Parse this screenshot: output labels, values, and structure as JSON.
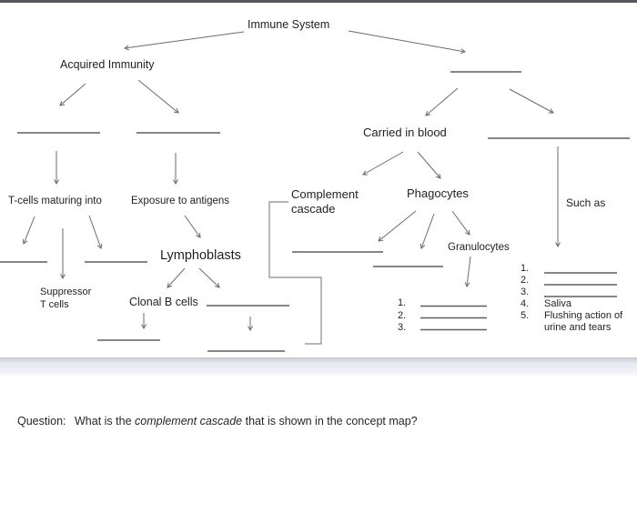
{
  "diagram": {
    "title_node": "Immune System",
    "nodes": {
      "immune_system": "Immune System",
      "acquired_immunity": "Acquired Immunity",
      "carried_in_blood": "Carried in blood",
      "t_cells_maturing": "T-cells maturing into",
      "exposure_to_antigens": "Exposure to antigens",
      "complement_cascade": "Complement cascade",
      "phagocytes": "Phagocytes",
      "such_as": "Such as",
      "lymphoblasts": "Lymphoblasts",
      "granulocytes": "Granulocytes",
      "suppressor_t_cells": "Suppressor T cells",
      "clonal_b_cells": "Clonal B cells"
    },
    "left_list": [
      "1.",
      "2.",
      "3."
    ],
    "right_list": {
      "numbers": [
        "1.",
        "2.",
        "3.",
        "4.",
        "5."
      ],
      "item4": "Saliva",
      "item5": "Flushing action of urine and tears"
    }
  },
  "question": {
    "prefix": "Question:",
    "lead": "What is the",
    "italic": "complement cascade",
    "tail": "that is shown in the concept map?"
  },
  "colors": {
    "text": "#1f1f1f",
    "connector_line": "#6b6b6b",
    "blank_slot_line": "#5f5f5f",
    "top_bar": "#56565c",
    "divider_band": "#e9e9f1"
  }
}
